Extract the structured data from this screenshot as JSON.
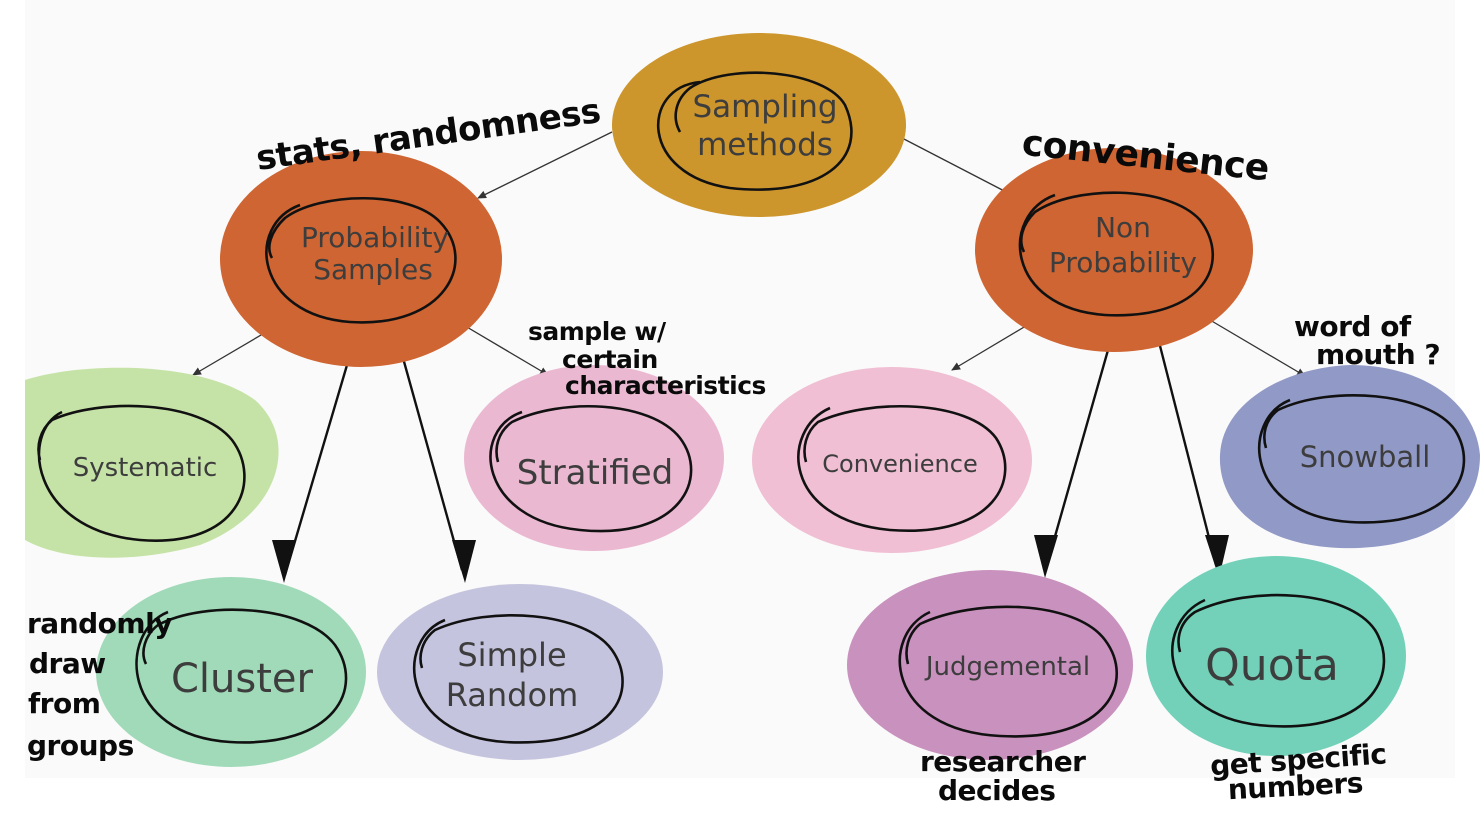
{
  "diagram": {
    "root": {
      "label_line1": "Sampling",
      "label_line2": "methods",
      "color": "#cd962d"
    },
    "probability": {
      "label_line1": "Probability",
      "label_line2": "Samples",
      "color": "#cf6532"
    },
    "non_probability": {
      "label_line1": "Non",
      "label_line2": "Probability",
      "color": "#cf6532"
    },
    "systematic": {
      "label": "Systematic",
      "color": "#c6e3a7"
    },
    "stratified": {
      "label": "Stratified",
      "color": "#eab9d1"
    },
    "cluster": {
      "label": "Cluster",
      "color": "#a0dab8"
    },
    "simple_random": {
      "label_line1": "Simple",
      "label_line2": "Random",
      "color": "#c5c4de"
    },
    "convenience": {
      "label": "Convenience",
      "color": "#f0bfd3"
    },
    "snowball": {
      "label": "Snowball",
      "color": "#9199c6"
    },
    "judgemental": {
      "label": "Judgemental",
      "color": "#c991be"
    },
    "quota": {
      "label": "Quota",
      "color": "#72d1b8"
    }
  },
  "annotations": {
    "stats_randomness": "stats, randomness",
    "convenience_note": "convenience",
    "stratified_line1": "sample w/",
    "stratified_line2": "certain",
    "stratified_line3": "characteristics",
    "snowball_line1": "word of",
    "snowball_line2": "mouth ?",
    "cluster_line1": "randomly",
    "cluster_line2": "draw",
    "cluster_line3": "from",
    "cluster_line4": "groups",
    "judgemental_line1": "researcher",
    "judgemental_line2": "decides",
    "quota_line1": "get specific",
    "quota_line2": "numbers"
  }
}
